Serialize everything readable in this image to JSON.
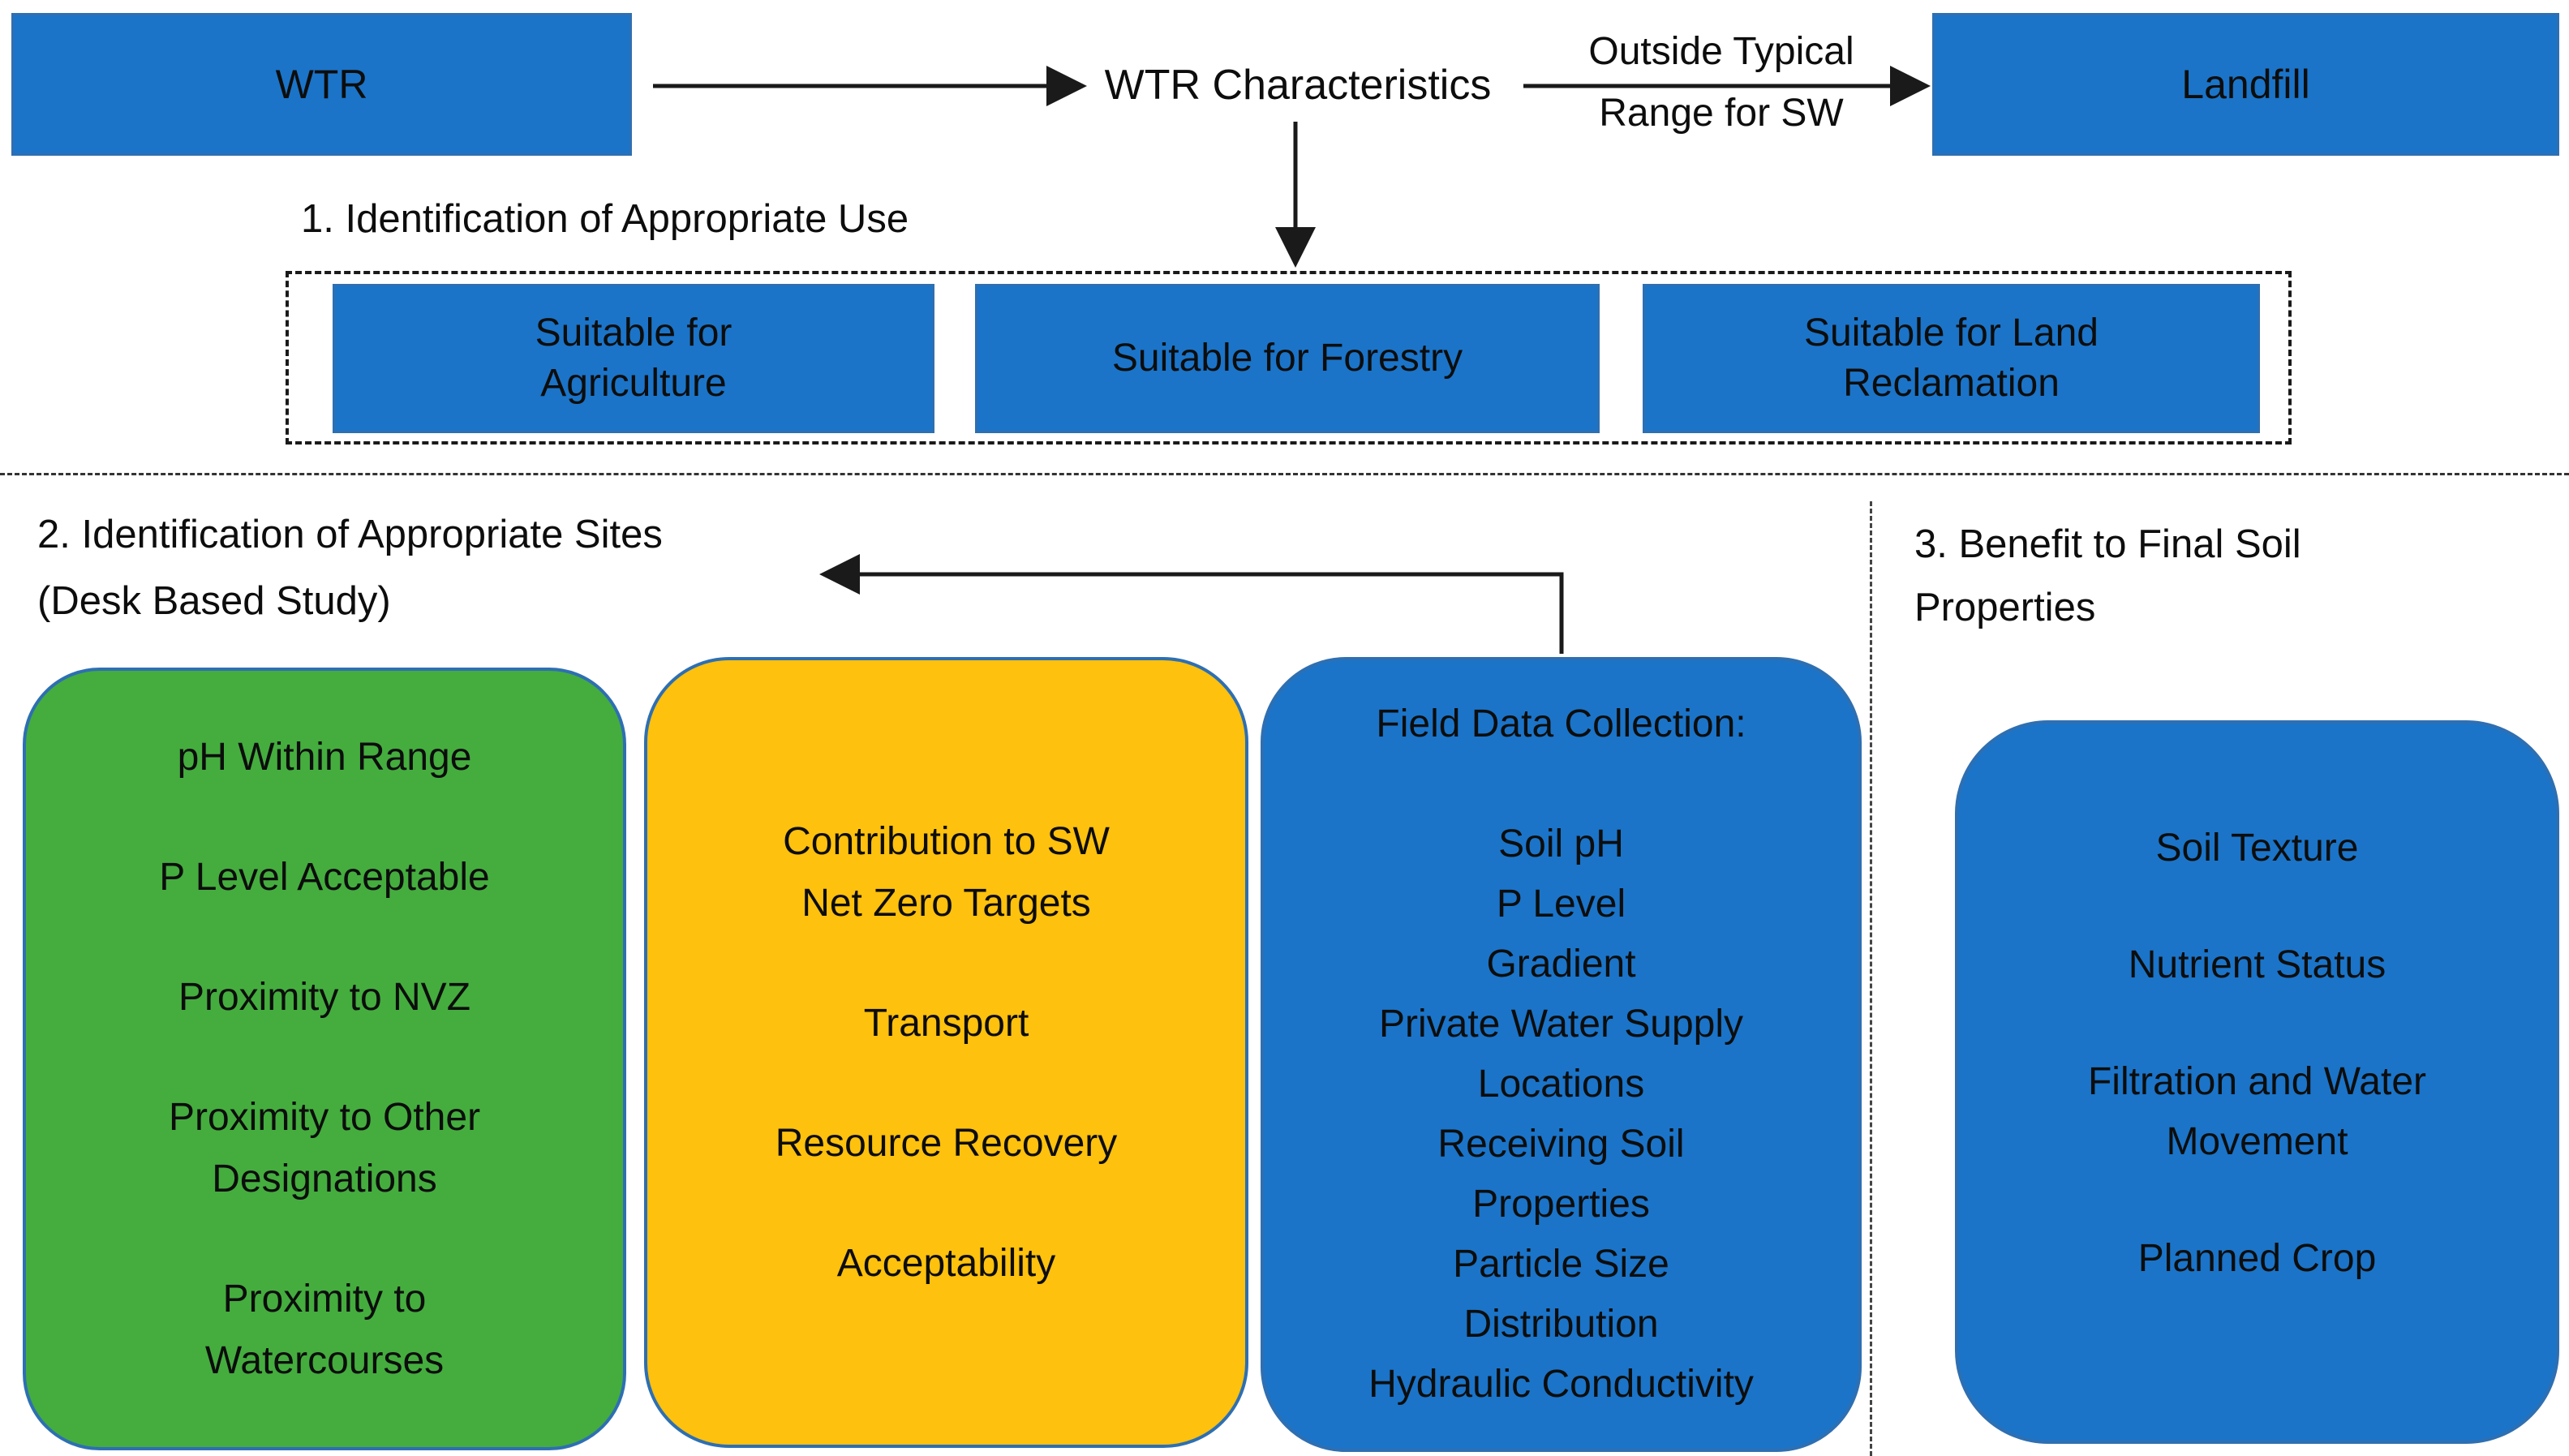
{
  "colors": {
    "node_blue": "#1B74C8",
    "border_blue": "#2E6FB2",
    "green": "#44AD3E",
    "yellow": "#FEC10D",
    "text": "#0d0d0d",
    "line_black": "#1a1a1a"
  },
  "top_row": {
    "wtr_label": "WTR",
    "characteristics_label": "WTR Characteristics",
    "outside_arrow_label": {
      "line1": "Outside Typical",
      "line2": "Range for SW"
    },
    "landfill_label": "Landfill"
  },
  "section1": {
    "heading": "1. Identification of Appropriate Use",
    "use_boxes": [
      {
        "lines": [
          "Suitable for",
          "Agriculture"
        ]
      },
      {
        "lines": [
          "Suitable for Forestry"
        ]
      },
      {
        "lines": [
          "Suitable for Land",
          "Reclamation"
        ]
      }
    ]
  },
  "section2": {
    "heading": {
      "line1": "2. Identification of Appropriate Sites",
      "line2": "(Desk Based Study)"
    },
    "site_criteria_box": {
      "items": [
        {
          "lines": [
            "pH Within Range"
          ]
        },
        {
          "lines": [
            "P Level Acceptable"
          ]
        },
        {
          "lines": [
            "Proximity to NVZ"
          ]
        },
        {
          "lines": [
            "Proximity to Other",
            "Designations"
          ]
        },
        {
          "lines": [
            "Proximity to",
            "Watercourses"
          ]
        }
      ]
    },
    "strategic_box": {
      "items": [
        {
          "lines": [
            "Contribution to SW",
            "Net Zero Targets"
          ]
        },
        {
          "lines": [
            "Transport"
          ]
        },
        {
          "lines": [
            "Resource Recovery"
          ]
        },
        {
          "lines": [
            "Acceptability"
          ]
        }
      ]
    },
    "field_data_box": {
      "title": "Field Data Collection:",
      "items": [
        {
          "lines": [
            "Soil pH"
          ]
        },
        {
          "lines": [
            "P Level"
          ]
        },
        {
          "lines": [
            "Gradient"
          ]
        },
        {
          "lines": [
            "Private Water Supply",
            "Locations"
          ]
        },
        {
          "lines": [
            "Receiving Soil",
            "Properties"
          ]
        },
        {
          "lines": [
            "Particle Size",
            "Distribution"
          ]
        },
        {
          "lines": [
            "Hydraulic Conductivity"
          ]
        }
      ]
    }
  },
  "section3": {
    "heading": {
      "line1": "3. Benefit to Final Soil",
      "line2": "Properties"
    },
    "soil_properties_box": {
      "items": [
        {
          "lines": [
            "Soil Texture"
          ]
        },
        {
          "lines": [
            "Nutrient Status"
          ]
        },
        {
          "lines": [
            "Filtration and Water",
            "Movement"
          ]
        },
        {
          "lines": [
            "Planned Crop"
          ]
        }
      ]
    }
  }
}
